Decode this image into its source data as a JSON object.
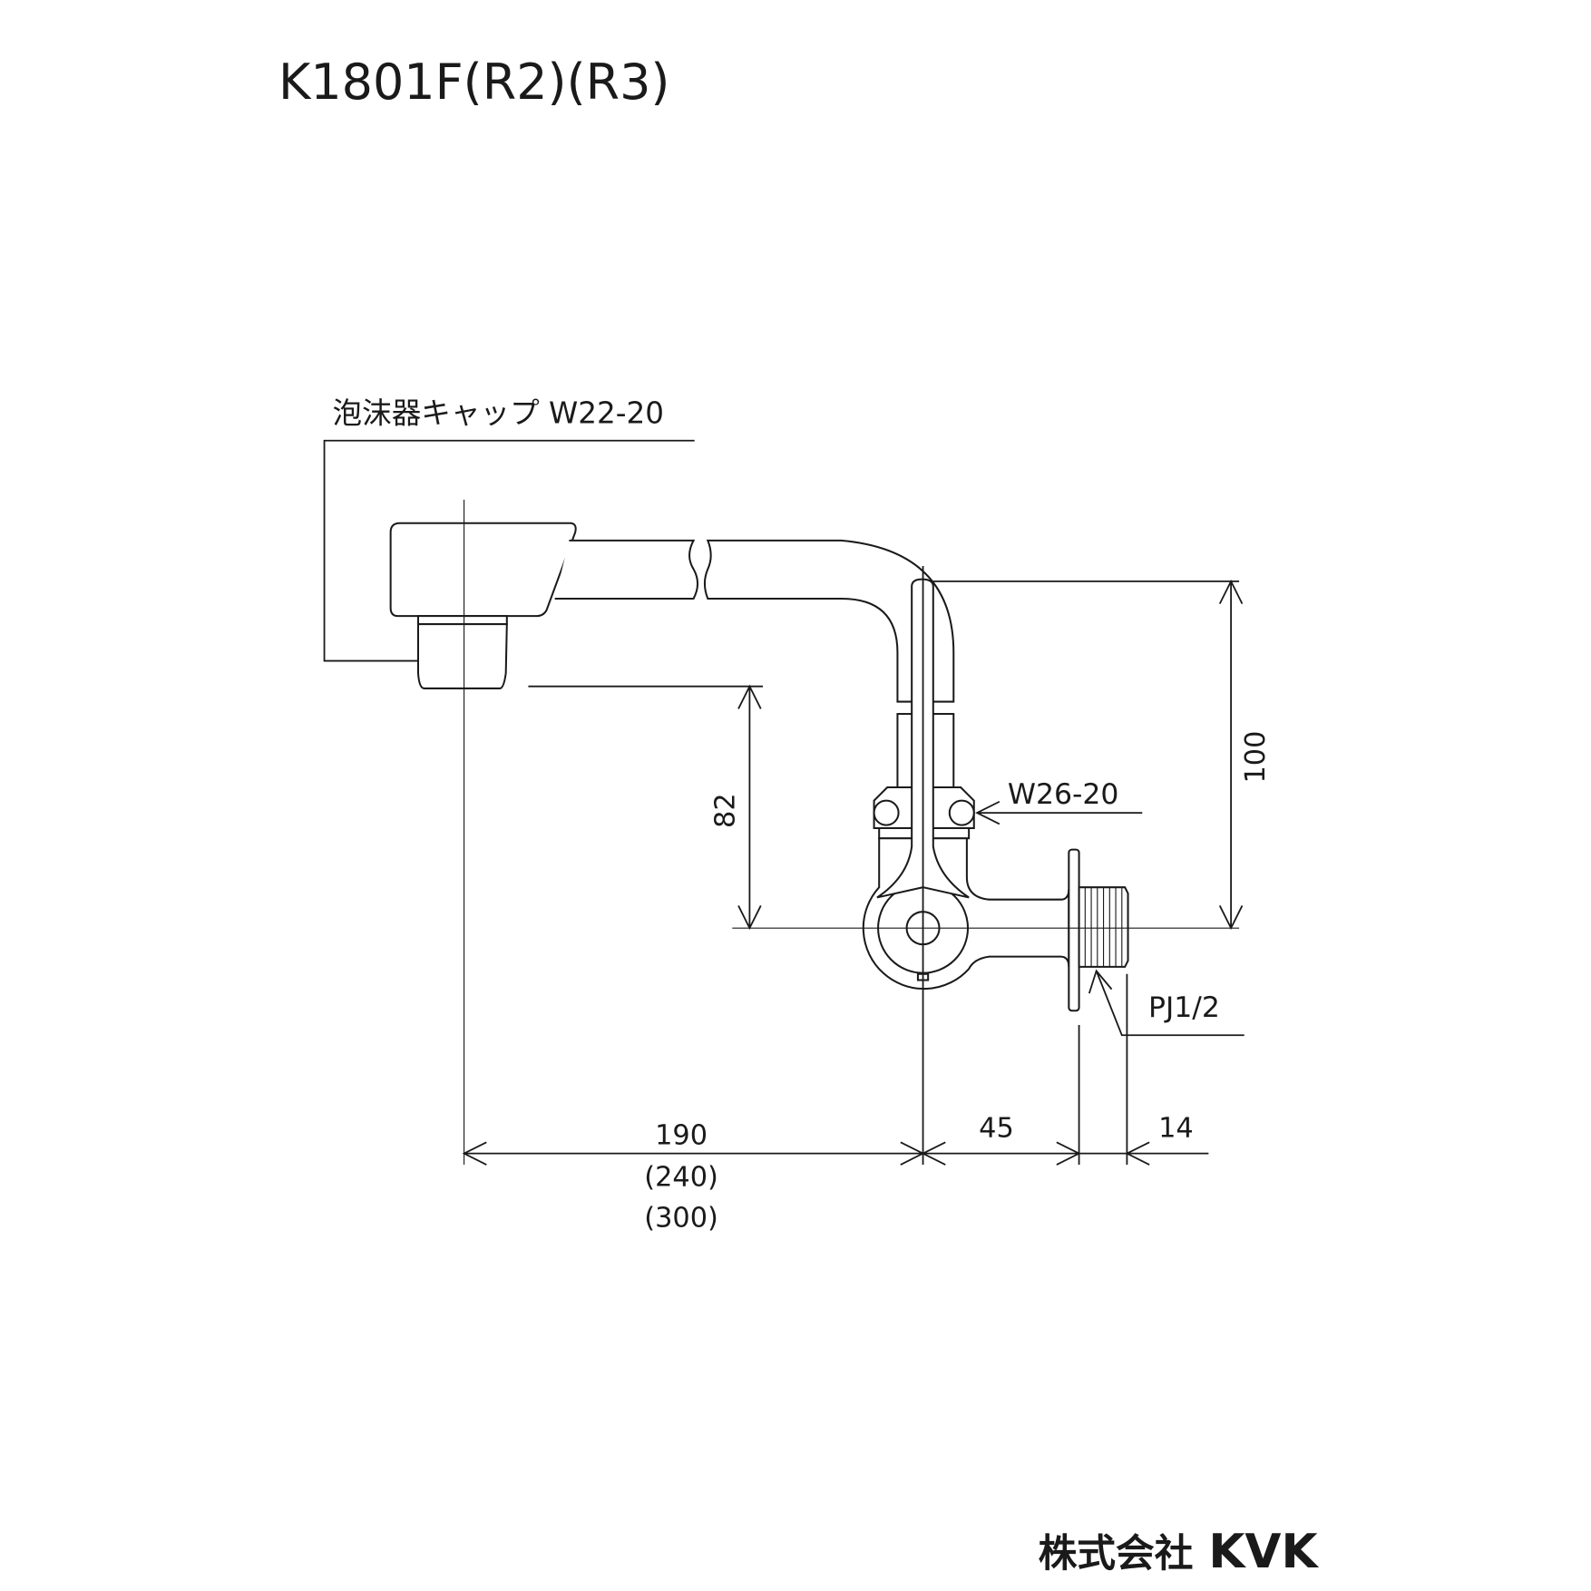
{
  "title": "K1801F(R2)(R3)",
  "labels": {
    "aerator_cap": "泡沫器キャップ W22-20",
    "nut": "W26-20",
    "pipe_thread": "PJ1/2"
  },
  "dimensions": {
    "height_spout": "82",
    "height_total": "100",
    "spout_length": "190",
    "spout_length_alt1": "(240)",
    "spout_length_alt2": "(300)",
    "wall_offset": "45",
    "thread_length": "14"
  },
  "footer": {
    "company_jp": "株式会社",
    "company_brand": "KVK"
  }
}
